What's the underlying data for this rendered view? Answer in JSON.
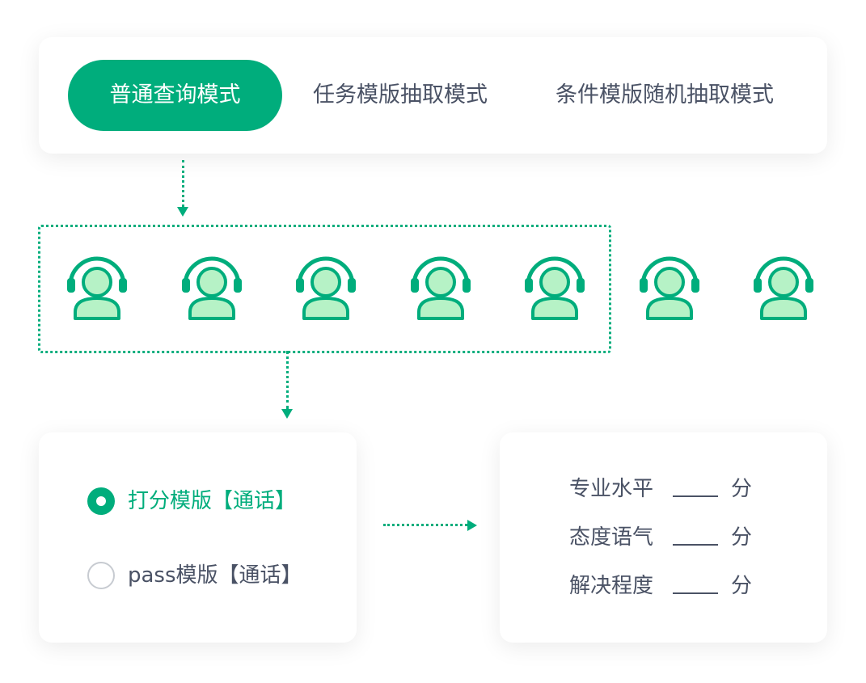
{
  "modes": {
    "tabs": [
      {
        "label": "普通查询模式",
        "active": true
      },
      {
        "label": "任务模版抽取模式",
        "active": false
      },
      {
        "label": "条件模版随机抽取模式",
        "active": false
      }
    ]
  },
  "agents": {
    "count": 7,
    "selected_count": 5,
    "icon": "headset-agent-icon"
  },
  "templates": {
    "options": [
      {
        "label": "打分模版【通话】",
        "selected": true
      },
      {
        "label": "pass模版【通话】",
        "selected": false
      }
    ]
  },
  "scores": {
    "items": [
      {
        "label": "专业水平",
        "unit": "分"
      },
      {
        "label": "态度语气",
        "unit": "分"
      },
      {
        "label": "解决程度",
        "unit": "分"
      }
    ]
  },
  "colors": {
    "accent": "#00ad7c",
    "icon_fill": "#b6f2c6",
    "text": "#4a5265",
    "radio_off": "#c7cbd1"
  }
}
